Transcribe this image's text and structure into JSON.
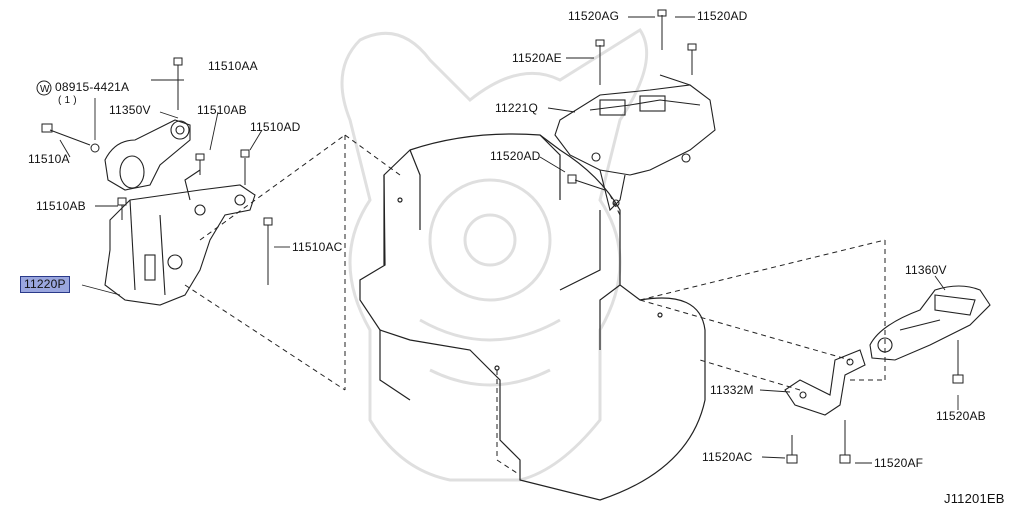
{
  "diagram": {
    "labels": {
      "p11520AG": "11520AG",
      "p11520AD_top": "11520AD",
      "p11520AE": "11520AE",
      "p11221Q": "11221Q",
      "p11520AD_mid": "11520AD",
      "w_symbol": "W",
      "p08915": "08915-4421A",
      "p08915_qty": "( 1 )",
      "p11510AA": "11510AA",
      "p11350V": "11350V",
      "p11510AB_top": "11510AB",
      "p11510AD": "11510AD",
      "p11510A": "11510A",
      "p11510AB_left": "11510AB",
      "p11510AC": "11510AC",
      "p11220P": "11220P",
      "p11360V": "11360V",
      "p11332M": "11332M",
      "p11520AB": "11520AB",
      "p11520AC": "11520AC",
      "p11520AF": "11520AF",
      "diagram_code": "J11201EB"
    },
    "highlighted_part": "11220P",
    "colors": {
      "line": "#222222",
      "highlight_fill": "#9aa6de",
      "highlight_border": "#2a3a8a"
    }
  }
}
